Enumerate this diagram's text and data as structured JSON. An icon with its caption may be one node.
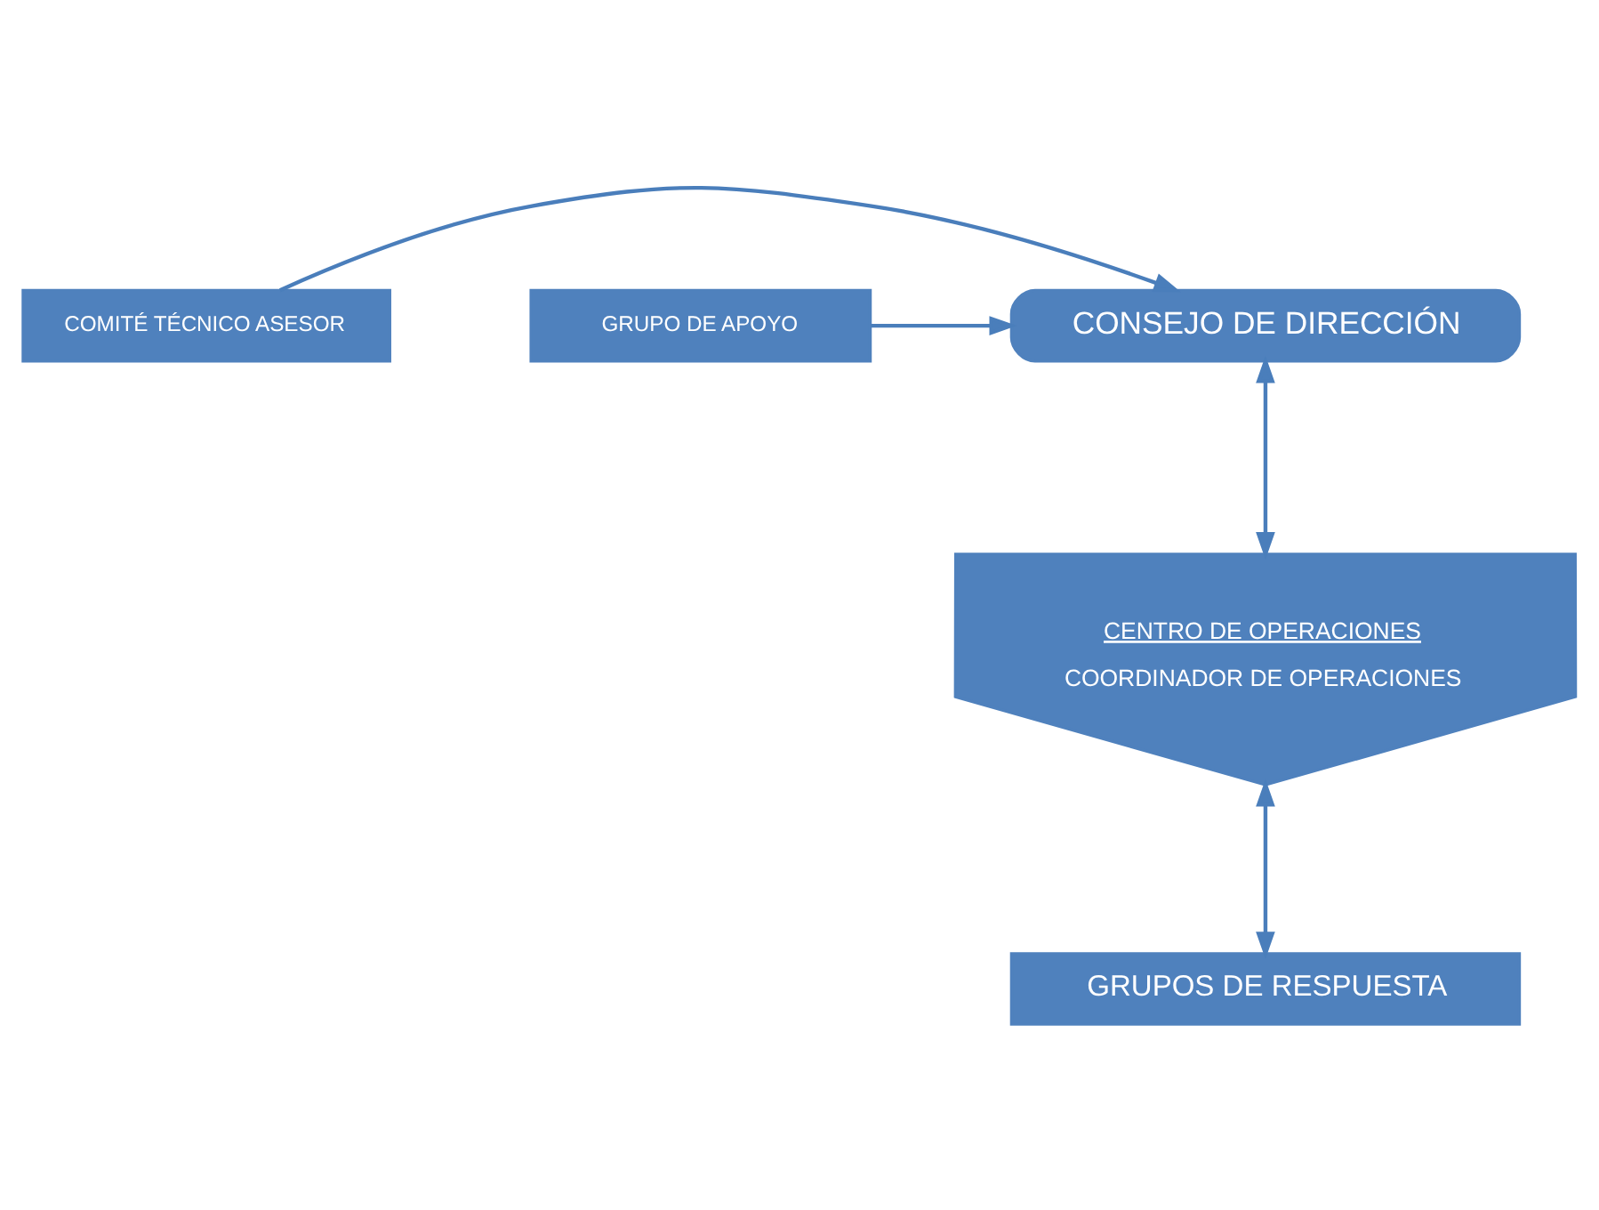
{
  "diagram": {
    "nodes": [
      {
        "text": [
          "CONSEJO DE DIRECCIÓN"
        ]
      },
      {
        "text": [
          "COMITÉ TÉCNICO ASESOR"
        ]
      },
      {
        "text": [
          "GRUPO DE APOYO"
        ]
      },
      {
        "text": [
          "CENTRO DE OPERACIONES",
          "COORDINADOR DE OPERACIONES"
        ]
      },
      {
        "text": [
          "GRUPOS DE RESPUESTA"
        ]
      }
    ],
    "edges": [
      {
        "from": 1,
        "to": 0,
        "arrow": "to"
      },
      {
        "from": 2,
        "to": 0,
        "arrow": "to"
      },
      {
        "from": 0,
        "to": 3,
        "arrow": "both"
      },
      {
        "from": 3,
        "to": 4,
        "arrow": "both"
      }
    ]
  }
}
